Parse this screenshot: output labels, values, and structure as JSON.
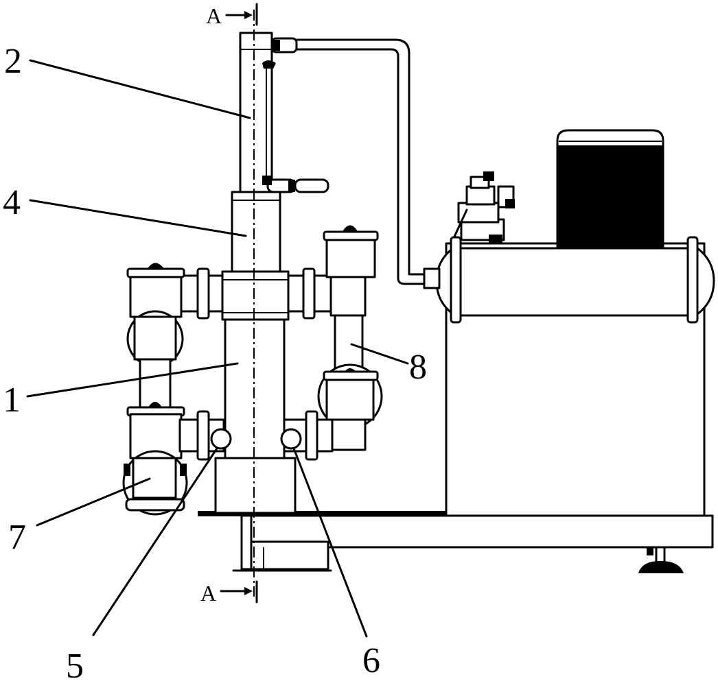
{
  "diagram": {
    "section_top": "A",
    "section_bottom": "A",
    "labels": {
      "l1": "1",
      "l2": "2",
      "l4": "4",
      "l5": "5",
      "l6": "6",
      "l7": "7",
      "l8": "8"
    }
  }
}
